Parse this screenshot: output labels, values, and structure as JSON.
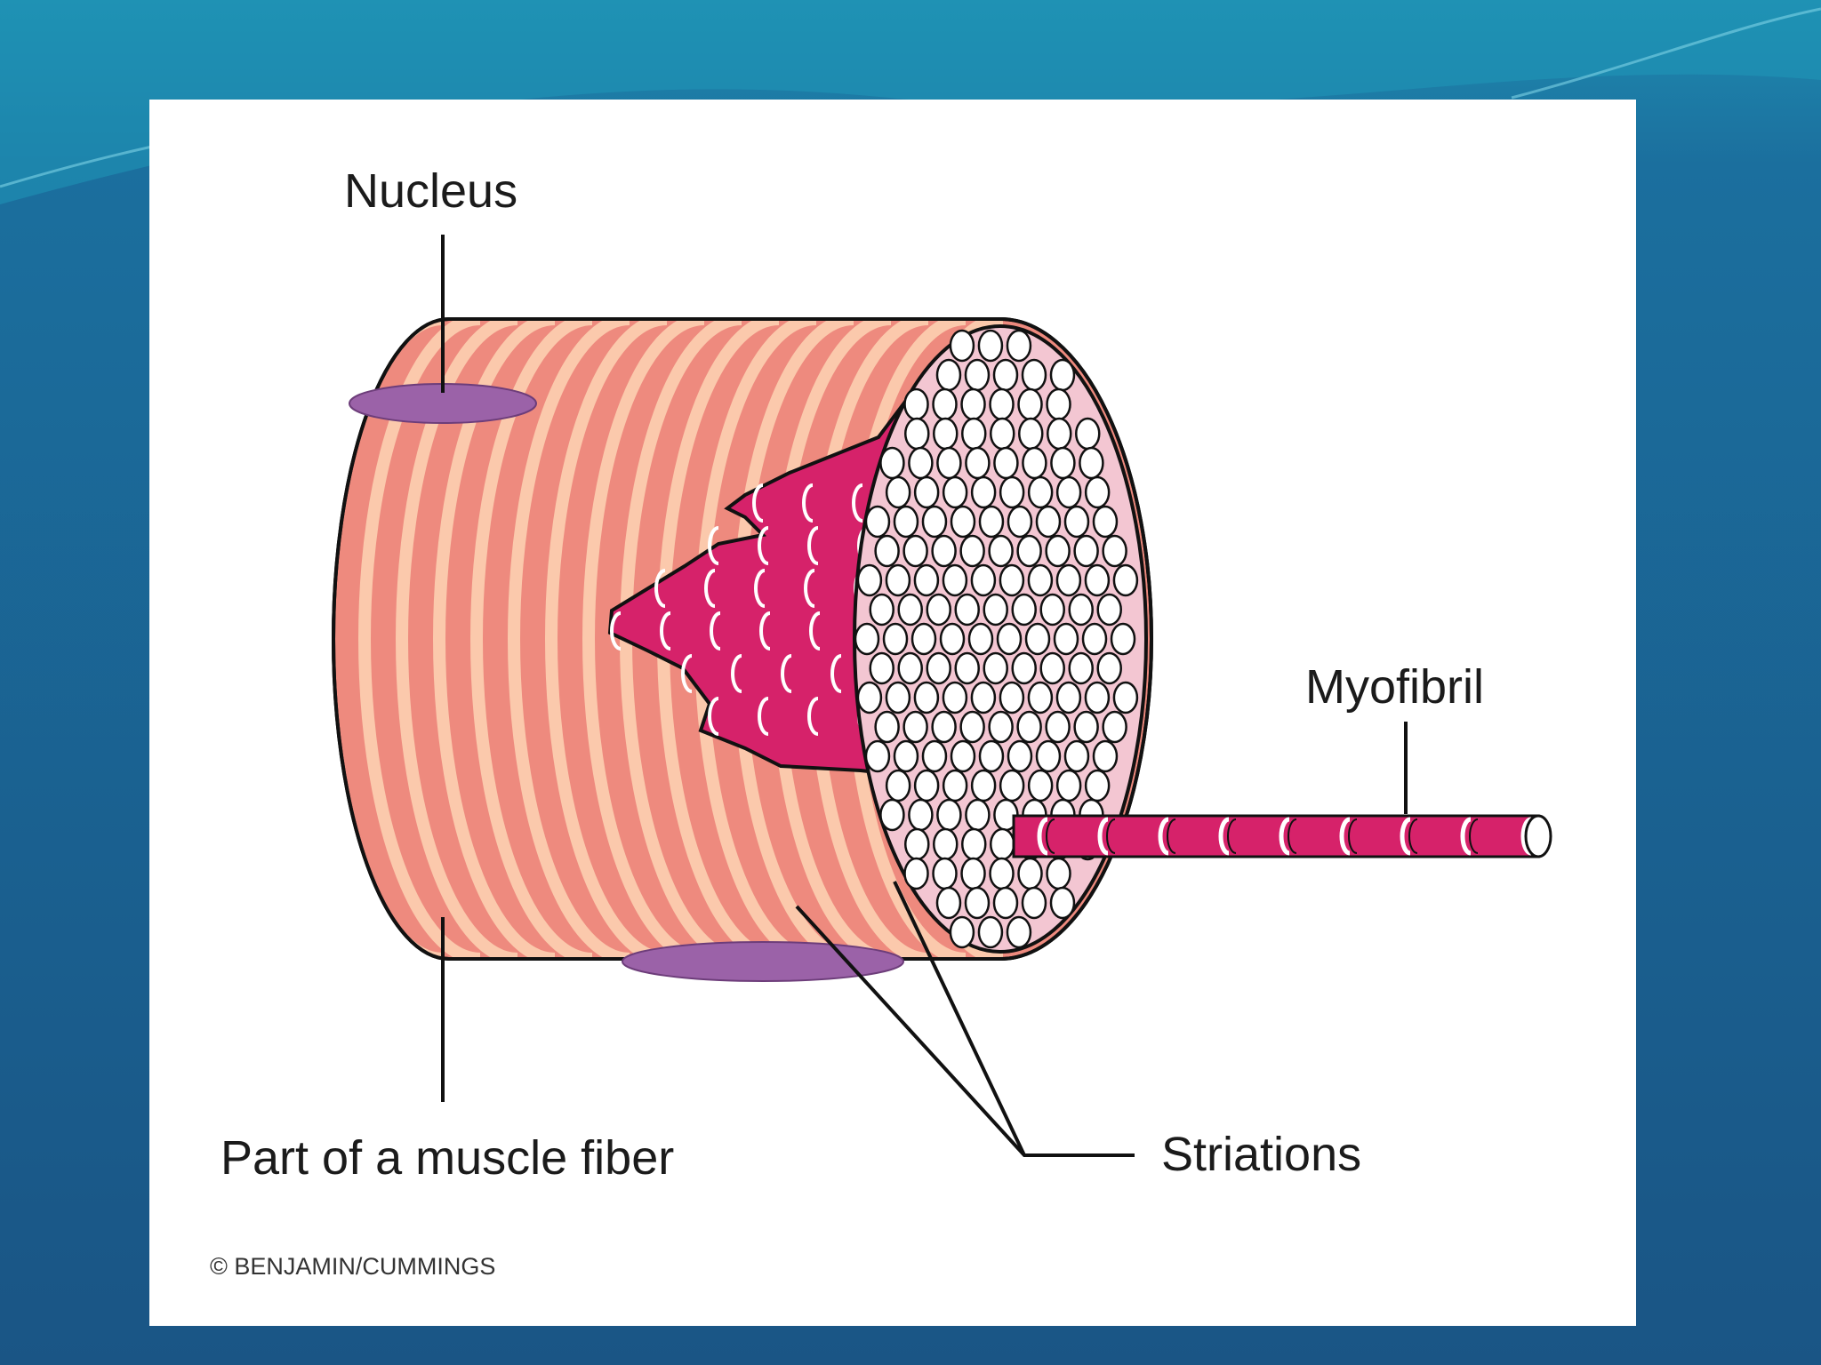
{
  "labels": {
    "nucleus": "Nucleus",
    "myofibril": "Myofibril",
    "fiber": "Part of a muscle fiber",
    "striations": "Striations"
  },
  "credit": "© BENJAMIN/CUMMINGS",
  "colors": {
    "slide_background": "#1c5f8e",
    "panel": "#ffffff",
    "fiber_salmon": "#ee8a7e",
    "fiber_stripe": "#fbc9ac",
    "nucleus_purple": "#9b62a8",
    "myofibril_magenta": "#d6226a",
    "outline": "#111111"
  }
}
